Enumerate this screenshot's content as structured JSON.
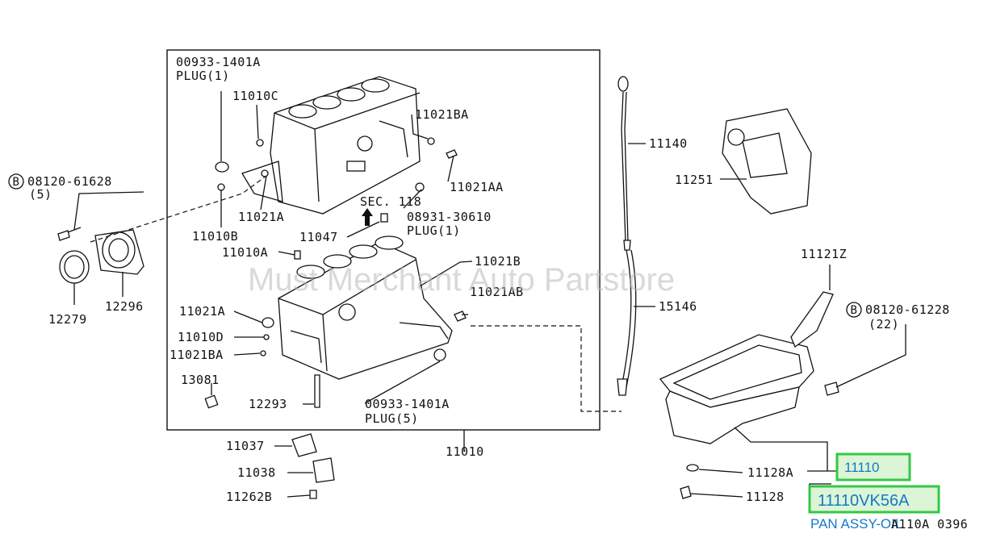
{
  "watermark": "Must Merchant Auto Partstore",
  "figure_id": "A110A 0396",
  "highlight": {
    "part_number": "11110",
    "full_number": "11110VK56A",
    "description": "PAN ASSY-OIL",
    "box_color": "#34c845",
    "text_color": "#1479c8"
  },
  "callouts": {
    "c00933a": "00933-1401A",
    "c00933a_sub": "PLUG(1)",
    "c11010c": "11010C",
    "c11021ba_top": "11021BA",
    "c11021aa": "11021AA",
    "c08120_61628": "08120-61628",
    "c08120_61628_qty": "(5)",
    "c11021a_top": "11021A",
    "c11010b": "11010B",
    "sec118": "SEC. 118",
    "c08931": "08931-30610",
    "c08931_sub": "PLUG(1)",
    "c11047": "11047",
    "c11010a": "11010A",
    "c11021b": "11021B",
    "c11021ab": "11021AB",
    "c11021a_mid": "11021A",
    "c11010d": "11010D",
    "c11021ba_low": "11021BA",
    "c13081": "13081",
    "c12293": "12293",
    "c00933b": "00933-1401A",
    "c00933b_sub": "PLUG(5)",
    "c12279": "12279",
    "c12296": "12296",
    "c11010": "11010",
    "c11037": "11037",
    "c11038": "11038",
    "c11262b": "11262B",
    "c11140": "11140",
    "c11251": "11251",
    "c15146": "15146",
    "c11121z": "11121Z",
    "c08120_61228": "08120-61228",
    "c08120_61228_qty": "(22)",
    "c11128a": "11128A",
    "c11128": "11128",
    "bolt_marker": "B"
  }
}
